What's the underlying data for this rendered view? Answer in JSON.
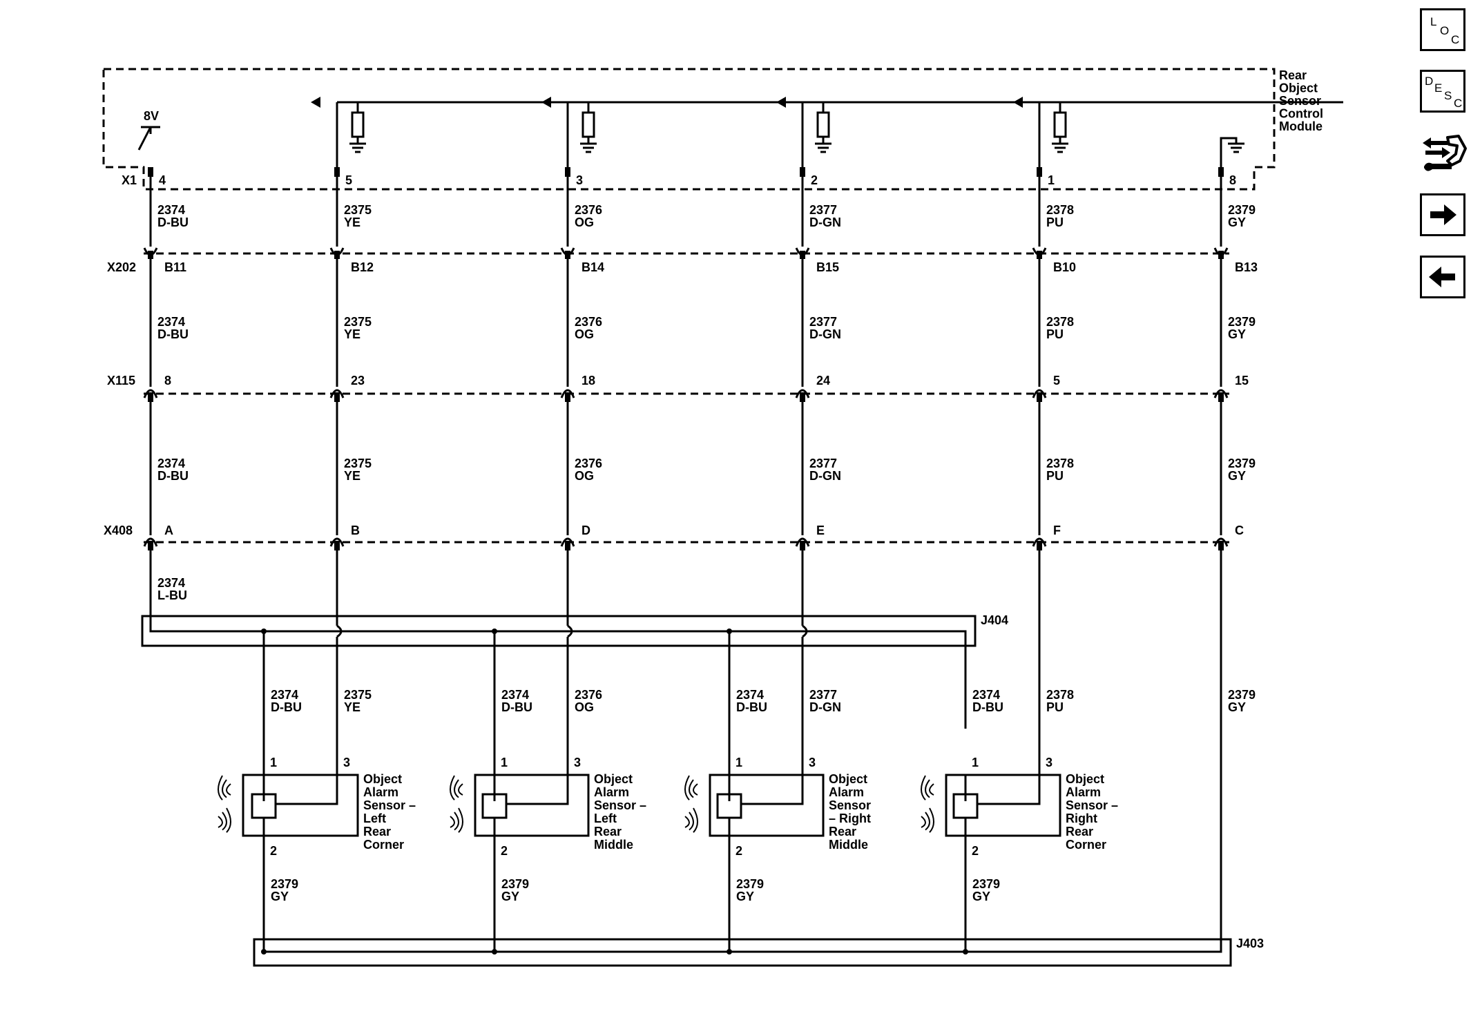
{
  "module": {
    "name_lines": [
      "Rear",
      "Object",
      "Sensor",
      "Control",
      "Module"
    ],
    "voltage": "8V"
  },
  "connectors": {
    "x1": "X1",
    "x202": "X202",
    "x115": "X115",
    "x408": "X408"
  },
  "circuits": [
    {
      "wire": "2374",
      "color": "D-BU",
      "x1_pin": "4",
      "x202_pin": "B11",
      "x115_pin": "8",
      "x408_pin": "A"
    },
    {
      "wire": "2375",
      "color": "YE",
      "x1_pin": "5",
      "x202_pin": "B12",
      "x115_pin": "23",
      "x408_pin": "B"
    },
    {
      "wire": "2376",
      "color": "OG",
      "x1_pin": "3",
      "x202_pin": "B14",
      "x115_pin": "18",
      "x408_pin": "D"
    },
    {
      "wire": "2377",
      "color": "D-GN",
      "x1_pin": "2",
      "x202_pin": "B15",
      "x115_pin": "24",
      "x408_pin": "E"
    },
    {
      "wire": "2378",
      "color": "PU",
      "x1_pin": "1",
      "x202_pin": "B10",
      "x115_pin": "5",
      "x408_pin": "F"
    },
    {
      "wire": "2379",
      "color": "GY",
      "x1_pin": "8",
      "x202_pin": "B13",
      "x115_pin": "15",
      "x408_pin": "C"
    }
  ],
  "below_x408_label": {
    "wire": "2374",
    "color": "L-BU"
  },
  "splices": {
    "upper": "J404",
    "lower": "J403"
  },
  "sensor_feed": {
    "wire": "2374",
    "color": "D-BU"
  },
  "sensor_ground": {
    "wire": "2379",
    "color": "GY"
  },
  "sensor_pins": {
    "feed": "1",
    "signal": "3",
    "ground": "2"
  },
  "sensors": [
    {
      "name_lines": [
        "Object",
        "Alarm",
        "Sensor –",
        "Left",
        "Rear",
        "Corner"
      ],
      "signal_wire": "2375",
      "signal_color": "YE"
    },
    {
      "name_lines": [
        "Object",
        "Alarm",
        "Sensor –",
        "Left",
        "Rear",
        "Middle"
      ],
      "signal_wire": "2376",
      "signal_color": "OG"
    },
    {
      "name_lines": [
        "Object",
        "Alarm",
        "Sensor",
        "– Right",
        "Rear",
        "Middle"
      ],
      "signal_wire": "2377",
      "signal_color": "D-GN"
    },
    {
      "name_lines": [
        "Object",
        "Alarm",
        "Sensor –",
        "Right",
        "Rear",
        "Corner"
      ],
      "signal_wire": "2378",
      "signal_color": "PU"
    }
  ],
  "sidebar": {
    "loc": {
      "letters": [
        "L",
        "O",
        "C"
      ]
    },
    "desc": {
      "letters": [
        "D",
        "E",
        "S",
        "C"
      ]
    },
    "connector_icon": "connector-wrench-icon",
    "next_icon": "arrow-right-icon",
    "prev_icon": "arrow-left-icon"
  }
}
